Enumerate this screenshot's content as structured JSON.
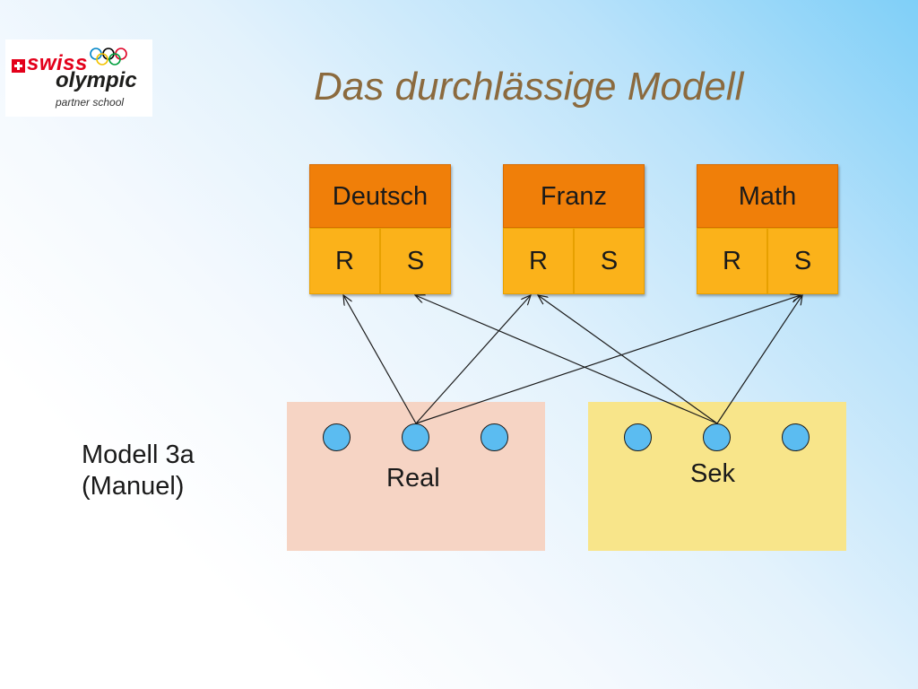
{
  "logo": {
    "swiss": "swiss",
    "olympic": "olympic",
    "partner": "partner school"
  },
  "title": "Das durchlässige Modell",
  "subjects": [
    {
      "name": "Deutsch",
      "r": "R",
      "s": "S"
    },
    {
      "name": "Franz",
      "r": "R",
      "s": "S"
    },
    {
      "name": "Math",
      "r": "R",
      "s": "S"
    }
  ],
  "groups": {
    "real": "Real",
    "sek": "Sek"
  },
  "side_label": {
    "line1": "Modell 3a",
    "line2": "(Manuel)"
  },
  "colors": {
    "subject_header": "#f07f09",
    "subject_cell": "#fbb21a",
    "real_panel": "#f6d4c4",
    "sek_panel": "#f8e58a",
    "dot": "#5bbcf1",
    "title": "#8b6a3e"
  }
}
